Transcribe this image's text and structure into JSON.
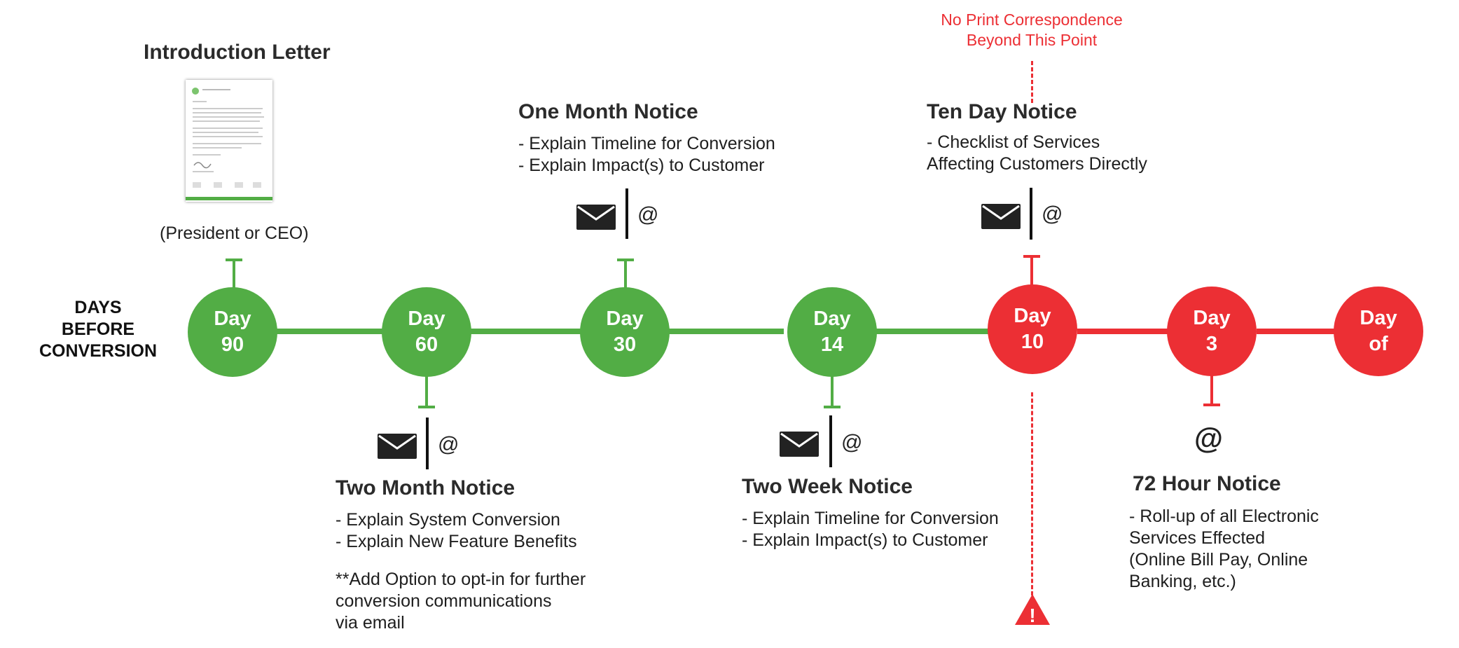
{
  "axis_label": [
    "DAYS",
    "BEFORE",
    "CONVERSION"
  ],
  "nodes": [
    {
      "line1": "Day",
      "line2": "90",
      "color": "#52ad45"
    },
    {
      "line1": "Day",
      "line2": "60",
      "color": "#52ad45"
    },
    {
      "line1": "Day",
      "line2": "30",
      "color": "#52ad45"
    },
    {
      "line1": "Day",
      "line2": "14",
      "color": "#52ad45"
    },
    {
      "line1": "Day",
      "line2": "10",
      "color": "#ec2f34"
    },
    {
      "line1": "Day",
      "line2": "3",
      "color": "#ec2f34"
    },
    {
      "line1": "Day",
      "line2": "of",
      "color": "#ec2f34"
    }
  ],
  "intro": {
    "title": "Introduction Letter",
    "caption": "(President or CEO)"
  },
  "notices": {
    "one_month": {
      "title": "One Month Notice",
      "items": [
        "- Explain Timeline for Conversion",
        "- Explain Impact(s) to Customer"
      ]
    },
    "ten_day": {
      "title": "Ten Day Notice",
      "items": [
        "- Checklist of Services",
        "Affecting Customers Directly"
      ]
    },
    "two_month": {
      "title": "Two Month Notice",
      "items": [
        "- Explain System Conversion",
        "- Explain New Feature Benefits"
      ],
      "note": [
        "**Add Option to opt-in for further",
        "conversion communications",
        "via email"
      ]
    },
    "two_week": {
      "title": "Two Week Notice",
      "items": [
        "- Explain Timeline for Conversion",
        "- Explain Impact(s) to Customer"
      ]
    },
    "hour72": {
      "title": "72 Hour Notice",
      "items": [
        "- Roll-up of all Electronic",
        "Services Effected",
        "(Online Bill Pay, Online",
        "Banking, etc.)"
      ]
    }
  },
  "cutoff": {
    "lines": [
      "No Print Correspondence",
      "Beyond This Point"
    ],
    "warning_symbol": "!"
  },
  "at_symbol": "@",
  "colors": {
    "green": "#52ad45",
    "red": "#ec2f34"
  }
}
